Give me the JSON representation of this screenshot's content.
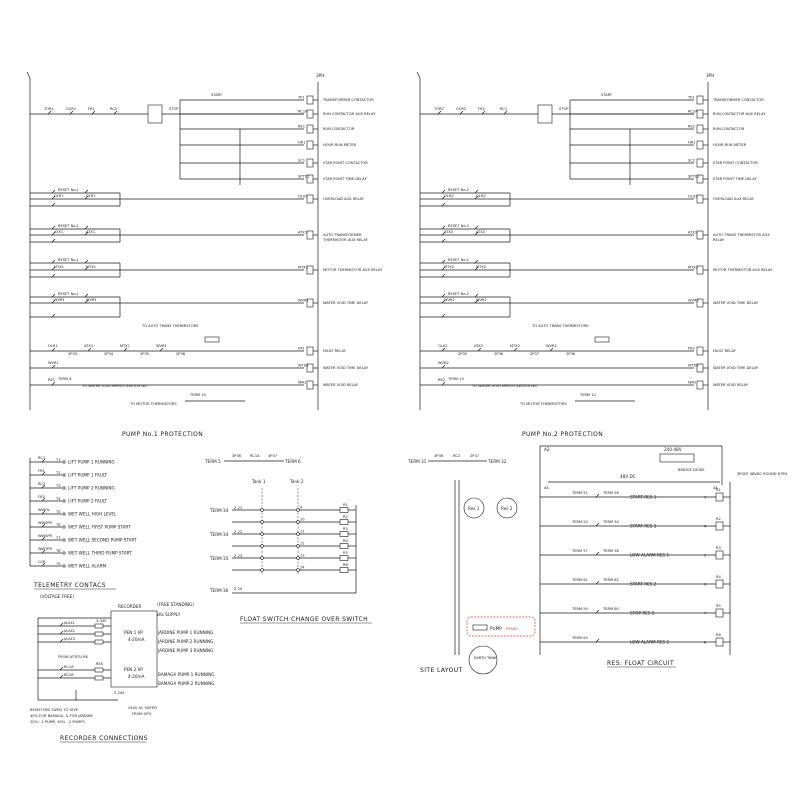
{
  "colors": {
    "ink": "#1a1a1a",
    "highlight": "#e23b3b",
    "background": "#ffffff"
  },
  "pump1": {
    "title": "PUMP No.1 PROTECTION",
    "rail": "3PH",
    "left_items": [
      "TOR1",
      "OCR1",
      "FR1",
      "RC2",
      "STOP",
      "START",
      "RESET No.1",
      "OLR1",
      "OLR1",
      "RESET No.1",
      "ATX1",
      "ATX1",
      "RESET No.1",
      "MTX1",
      "MTX1",
      "RESET No.1",
      "WVR1",
      "TDR1",
      "OLR1",
      "ATX1",
      "MTX1",
      "WVR1",
      "RE1",
      "TERM 8"
    ],
    "coils": [
      "TF1",
      "RC1A",
      "RE1",
      "HR1",
      "SC1",
      "SPTD1",
      "OLX1",
      "ATX1",
      "MTX1",
      "WVR1",
      "FR1",
      "WTD1",
      "WR1"
    ],
    "coil_labels": [
      "TRANSFORMER CONTACTOR",
      "RUN CONTACTOR AUX RELAY",
      "RUN CONTACTOR",
      "HOUR RUN METER",
      "STAR POINT CONTACTOR",
      "STAR POINT TIME DELAY",
      "OVERLOAD AUX RELAY",
      "AUTO TRANSFORMER THERMISTOR AUX RELAY",
      "MOTOR THERMISTOR AUX RELAY",
      "WATER VOID TIME DELAY",
      "FAULT RELAY",
      "WATER VOID TIME DELAY",
      "WATER VOID RELAY"
    ],
    "note_trans": "TO AUTO TRANS THERMISTORS",
    "note_motor": "TO MOTOR THERMISTORS",
    "note_switch": "TO WATER VOID MERCO SWITCH N/C",
    "contact_labels": [
      "2P33",
      "2P34",
      "2P35",
      "2P36",
      "ATX1",
      "MTX1",
      "WVR1",
      "TERM 10"
    ]
  },
  "pump2": {
    "title": "PUMP No.2 PROTECTION",
    "rail": "3PH",
    "left_items": [
      "TOR2",
      "OCR2",
      "FR2",
      "RC1",
      "STOP",
      "START",
      "RESET No.2",
      "OLR2",
      "OLR2",
      "RESET No.2",
      "ATX2",
      "ATX2",
      "RESET No.2",
      "MTX2",
      "MTX2",
      "RESET No.2",
      "WVR2",
      "TDR2",
      "OLX2",
      "ATX2",
      "MTX2",
      "WVR2",
      "RE2",
      "TERM 13"
    ],
    "coils": [
      "TF2",
      "RC2A",
      "RE2",
      "HR1",
      "SC2",
      "SPTD2",
      "OLX2",
      "ATX2",
      "MTX2",
      "WVR2",
      "FR2",
      "WTD2",
      "WR2"
    ],
    "coil_labels": [
      "TRANSFORMER CONTACTOR",
      "RUN CONTACTOR AUX RELAY",
      "RUN CONTACTOR",
      "HOUR RUN METER",
      "STAR POINT CONTACTOR",
      "STAR POINT TIME DELAY",
      "OVERLOAD AUX RELAY",
      "AUTO TRANS THERMISTOR AUX RELAY",
      "MOTOR THERMISTOR AUX RELAY",
      "WATER VOID TIME DELAY",
      "FAULT RELAY",
      "WATER VOID TIME DELAY",
      "WATER VOID RELAY"
    ],
    "note_trans": "TO AUTO TRANS THERMISTORS",
    "note_motor": "TO MOTOR THERMISTORS",
    "note_switch": "TO WATER VOID MERCO SWITCH N/C",
    "contact_labels": [
      "2P35",
      "2P36",
      "2P37",
      "2P38",
      "ATX2",
      "MTX2",
      "WVR2",
      "TERM 12"
    ]
  },
  "telemetry": {
    "title": "TELEMETRY CONTACS",
    "subtitle": "(VOLTAGE FREE)",
    "rows": [
      {
        "relay": "RC1",
        "term": "T1",
        "label": "LIFT PUMP 1 RUNNING"
      },
      {
        "relay": "FR1",
        "term": "T2",
        "label": "LIFT PUMP 1 FAULT"
      },
      {
        "relay": "RC2",
        "term": "T3",
        "label": "LIFT PUMP 2 RUNNING"
      },
      {
        "relay": "FR2",
        "term": "T4",
        "label": "LIFT PUMP 2 FAULT"
      },
      {
        "relay": "WWHL",
        "term": "T5",
        "label": "WET WELL HIGH LEVEL"
      },
      {
        "relay": "WWSPR",
        "term": "T6",
        "label": "WET WELL FIRST PUMP START"
      },
      {
        "relay": "WWSPR",
        "term": "T7",
        "label": "WET WELL SECOND PUMP START"
      },
      {
        "relay": "WWTPR",
        "term": "T8",
        "label": "WET WELL THIRD PUMP START"
      },
      {
        "relay": "CCR",
        "term": "T9",
        "label": "WET WELL ALARM"
      }
    ]
  },
  "recorder": {
    "title": "RECORDER CONNECTIONS",
    "recorder_label": "RECORDER",
    "free_standing": "(FREE STANDING)",
    "supply": "24V DC INTERNAL SUPPLY",
    "pen1": "PEN 1 I/P",
    "pen1_range": "4-20mA",
    "pen2": "PEN 2 I/P",
    "pen2_range": "4-20mA",
    "jardine": [
      "JARDINE PUMP 1 RUNNING",
      "JARDINE PUMP 2 RUNNING",
      "JARDINE PUMP 3 RUNNING"
    ],
    "bamaga": [
      "BAMAGA PUMP 1 RUNNING",
      "BAMAGA PUMP 2 RUNNING"
    ],
    "from_rtu": "FROM AT-RTU RK",
    "resistor_note": [
      "RESISTORS SIZED TO GIVE",
      "40% FOR BAMAGA, & FOR JARDINE",
      "20% - 1 PUMP, 40% - 2 PUMPS"
    ],
    "ac_supply": [
      "240V AC SUPPLY",
      "FROM GPO"
    ],
    "items": [
      "JAUX1",
      "JAUX2",
      "JAUX3",
      "RC1A",
      "RC2A",
      "RES",
      "3-340",
      "2-240"
    ]
  },
  "float_switch": {
    "title": "FLOAT SWITCH CHANGE OVER SWITCH",
    "top_terms": [
      "TERM 5",
      "TERM 6"
    ],
    "top_items": [
      "3P36",
      "RC1A",
      "3P37"
    ],
    "tanks": [
      "Tank 1",
      "Tank 2"
    ],
    "terms": [
      "TERM 34",
      "TERM 34",
      "TERM 35",
      "TERM 36"
    ],
    "wires": [
      "Z 21",
      "Z 22",
      "Z 23",
      "Z 24"
    ],
    "numbers": [
      "9",
      "10",
      "11",
      "12",
      "13",
      "14"
    ],
    "outputs": [
      "R1",
      "R2",
      "R3",
      "R4",
      "R5",
      "R6"
    ]
  },
  "site_layout": {
    "title": "SITE LAYOUT",
    "res": [
      "Res 1",
      "Res 2"
    ],
    "pump": "PUMP",
    "highlight": "PIPING",
    "tank": "EARTH TANK",
    "top_terms": [
      "TERM 31",
      "TERM 32"
    ],
    "top_items": [
      "3P36",
      "RC2",
      "2P37"
    ]
  },
  "res_float": {
    "title": "RES. FLOAT CIRCUIT",
    "supply": "240-48V",
    "bridge": "BRIDGE DIODE",
    "dc": "48V DC",
    "fuses": [
      "4A",
      "4A"
    ],
    "a2": "A2",
    "pole": "3POLE 48VDC ROUND 8 PIN",
    "rows": [
      {
        "term_a": "TERM 51",
        "term_b": "TERM 56",
        "label": "START RES 1",
        "relay": "R1",
        "pin": "3"
      },
      {
        "term_a": "TERM 53",
        "term_b": "TERM 54",
        "label": "START RES 1",
        "relay": "R2",
        "pin": "4"
      },
      {
        "term_a": "TERM 57",
        "term_b": "TERM 58",
        "label": "LOW ALARM RES 1",
        "relay": "R3",
        "pin": "5"
      },
      {
        "term_a": "TERM 61",
        "term_b": "TERM 62",
        "label": "START RES 2",
        "relay": "R4",
        "pin": "6"
      },
      {
        "term_a": "TERM 59",
        "term_b": "TERM 60",
        "label": "STOP RES 2",
        "relay": "R5",
        "pin": "7"
      },
      {
        "term_a": "TERM 63",
        "term_b": "",
        "label": "LOW ALARM RES 2",
        "relay": "R6",
        "pin": "8"
      }
    ]
  }
}
